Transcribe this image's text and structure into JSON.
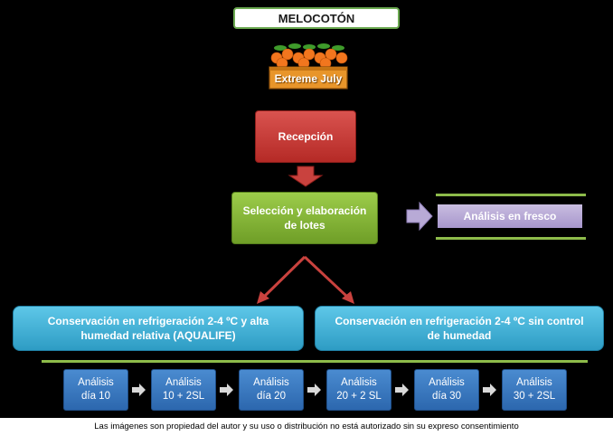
{
  "title": "MELOCOTÓN",
  "product_label": "Extreme July",
  "steps": {
    "reception": "Recepción",
    "selection_line1": "Selección y elaboración",
    "selection_line2": "de lotes",
    "fresh_analysis": "Análisis en fresco"
  },
  "conservation": {
    "left_line1": "Conservación en refrigeración 2-4 ºC y alta",
    "left_line2": "humedad relativa (AQUALIFE)",
    "right_line1": "Conservación en refrigeración 2-4 ºC sin control",
    "right_line2": "de humedad"
  },
  "analyses": [
    {
      "line1": "Análisis",
      "line2": "día 10"
    },
    {
      "line1": "Análisis",
      "line2": "10 + 2SL"
    },
    {
      "line1": "Análisis",
      "line2": "día 20"
    },
    {
      "line1": "Análisis",
      "line2": "20 + 2 SL"
    },
    {
      "line1": "Análisis",
      "line2": "día 30"
    },
    {
      "line1": "Análisis",
      "line2": "30 + 2SL"
    }
  ],
  "footer": "Las imágenes son propiedad del autor y su uso o distribución no está autorizado sin su expreso consentimiento",
  "colors": {
    "background": "#000000",
    "reception": "#c9423e",
    "selection": "#86b83a",
    "fresh": "#b8aad6",
    "conservation": "#45b3da",
    "analysis": "#3a7bc4",
    "arrow": "#b2b2b2",
    "rule": "#8dbb4a"
  },
  "icons": [
    "peach-crate-icon",
    "down-arrow-icon",
    "right-arrow-icon"
  ]
}
